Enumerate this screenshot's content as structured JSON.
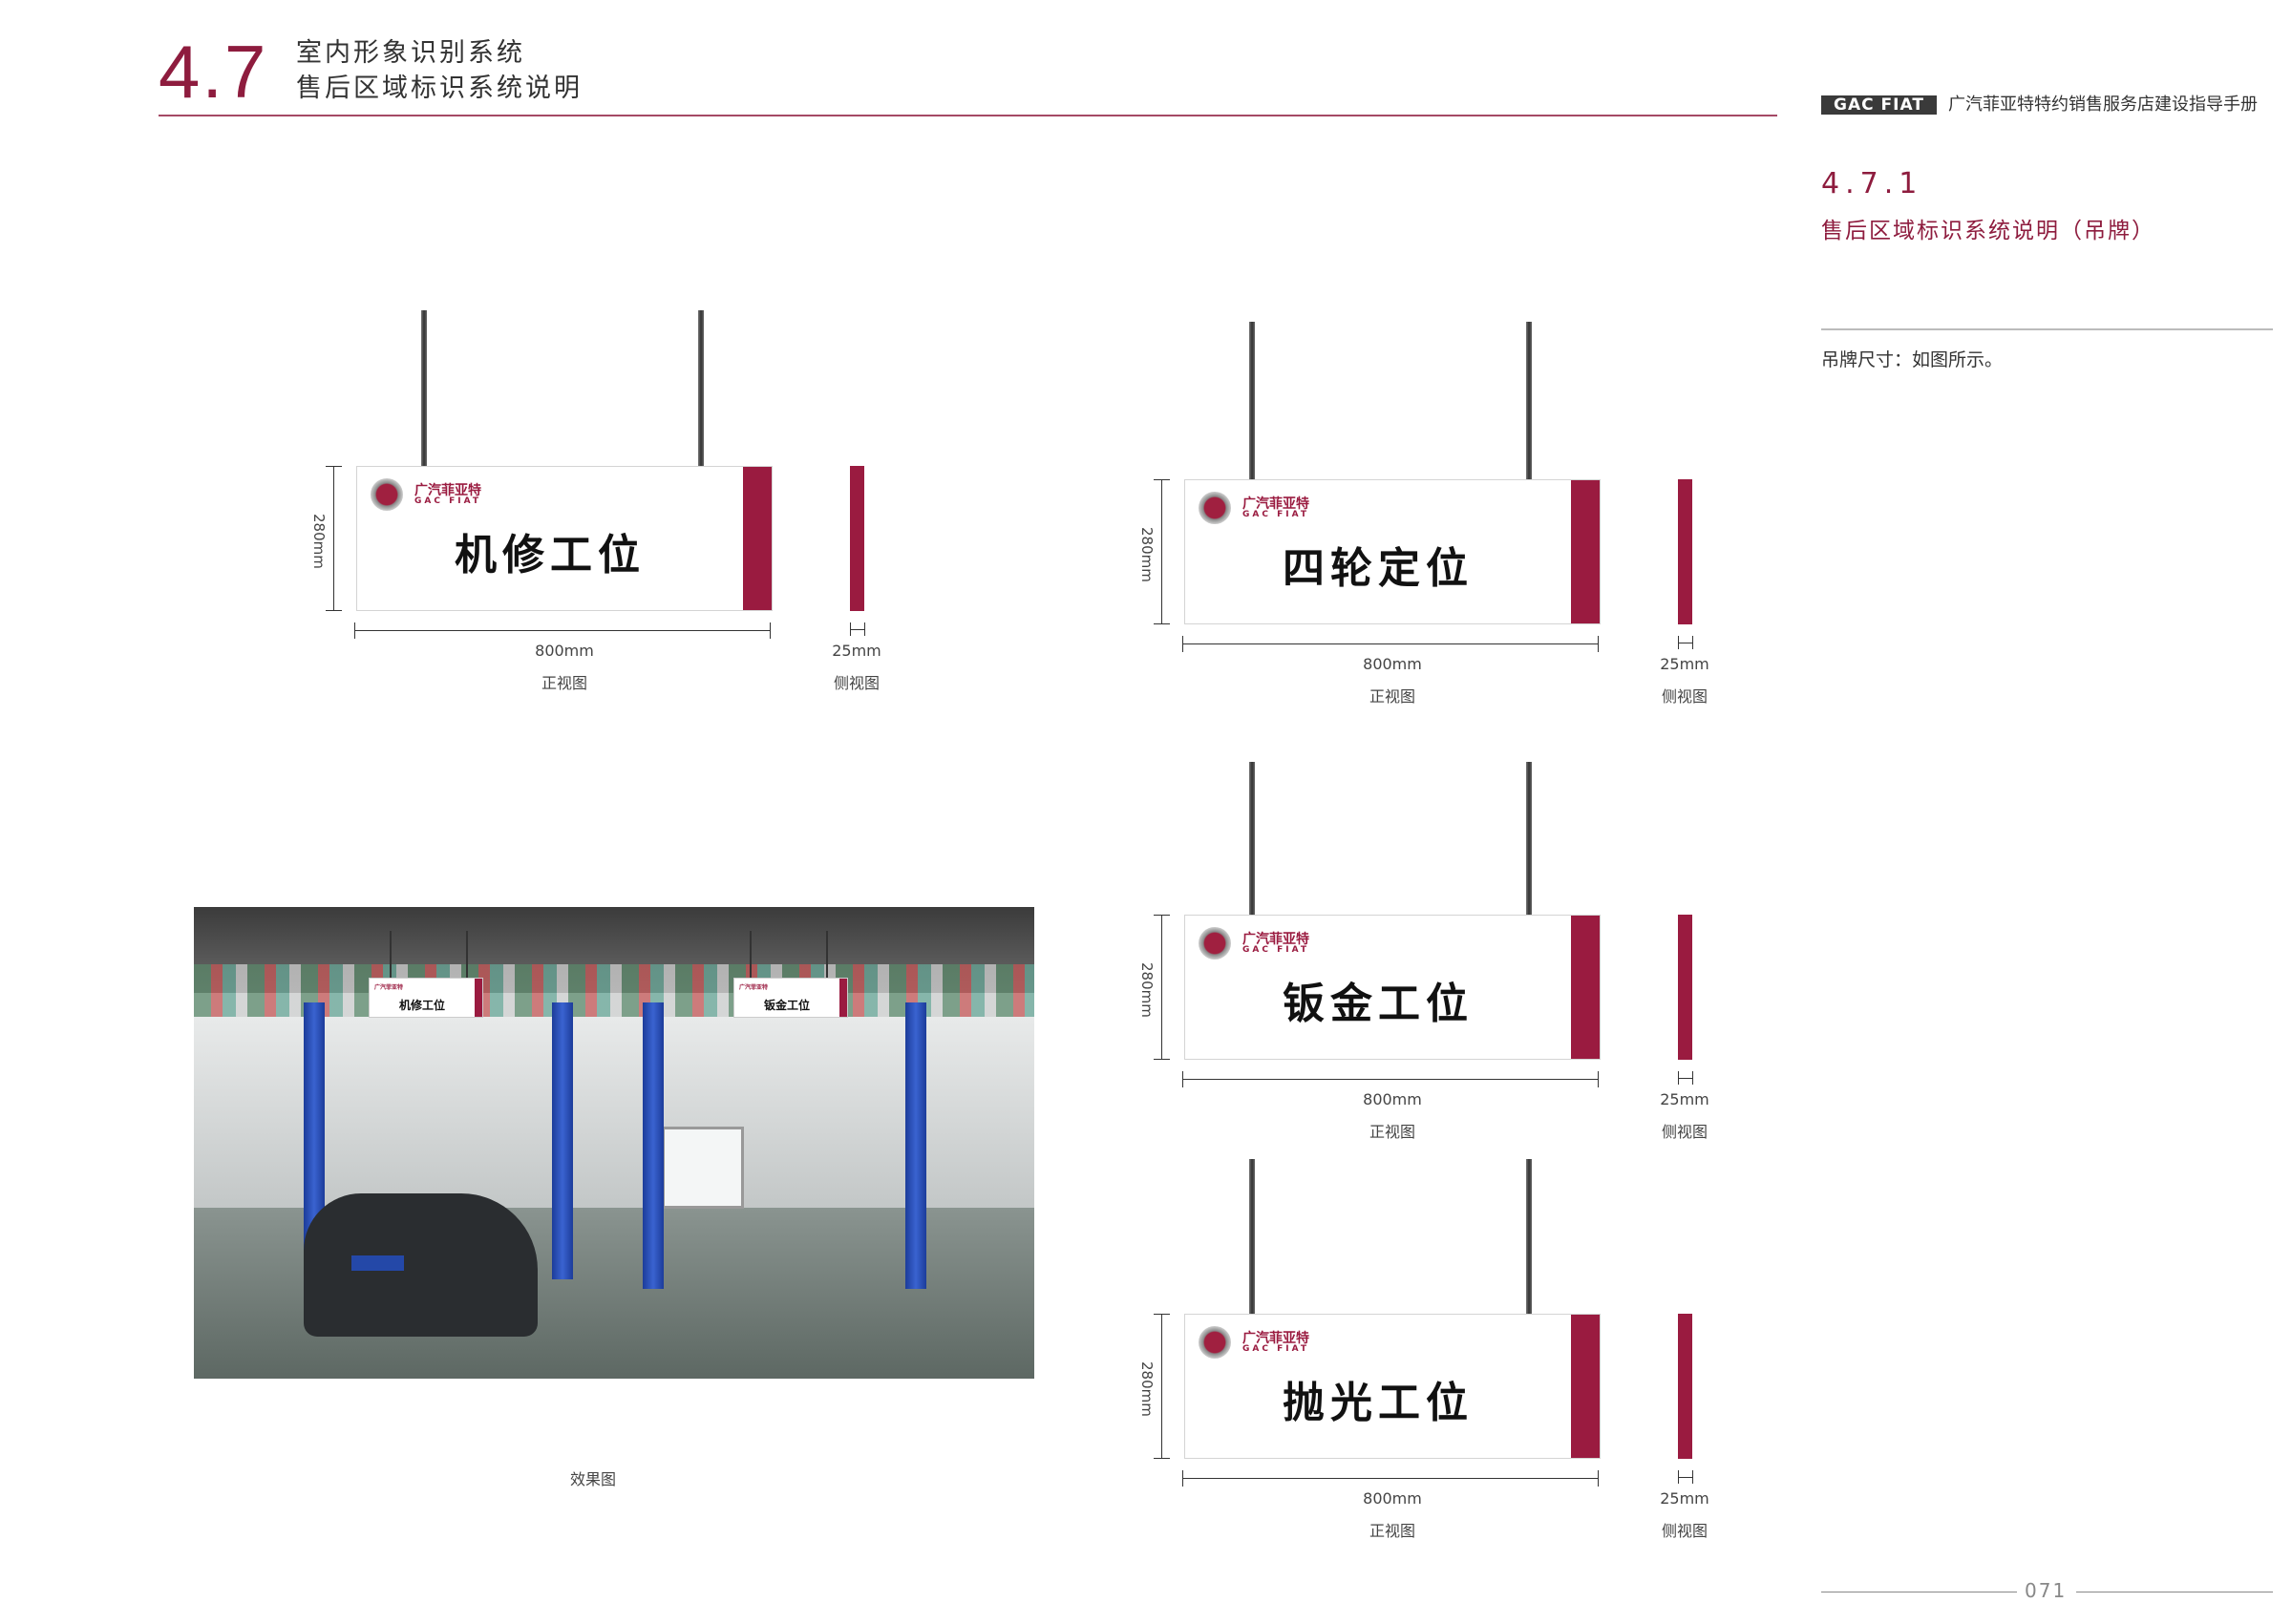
{
  "header": {
    "section_number": "4.7",
    "title_line1": "室内形象识别系统",
    "title_line2": "售后区域标识系统说明",
    "brand_badge": "GAC FIAT",
    "manual_title": "广汽菲亚特特约销售服务店建设指导手册"
  },
  "sidebar": {
    "subsection_number": "4.7.1",
    "subsection_title": "售后区域标识系统说明（吊牌）",
    "description": "吊牌尺寸：如图所示。"
  },
  "sign_common": {
    "brand_cn": "广汽菲亚特",
    "brand_en": "GAC FIAT",
    "height_label": "280mm",
    "width_label": "800mm",
    "depth_label": "25mm",
    "front_view_label": "正视图",
    "side_view_label": "侧视图"
  },
  "signs": [
    {
      "name": "机修工位"
    },
    {
      "name": "四轮定位"
    },
    {
      "name": "钣金工位"
    },
    {
      "name": "抛光工位"
    }
  ],
  "photo": {
    "caption": "效果图",
    "sign_left": "机修工位",
    "sign_right": "钣金工位",
    "brand_mini": "广汽菲亚特"
  },
  "footer": {
    "page_number": "071"
  },
  "colors": {
    "accent": "#9a1b40",
    "badge": "#3a3a3a"
  }
}
